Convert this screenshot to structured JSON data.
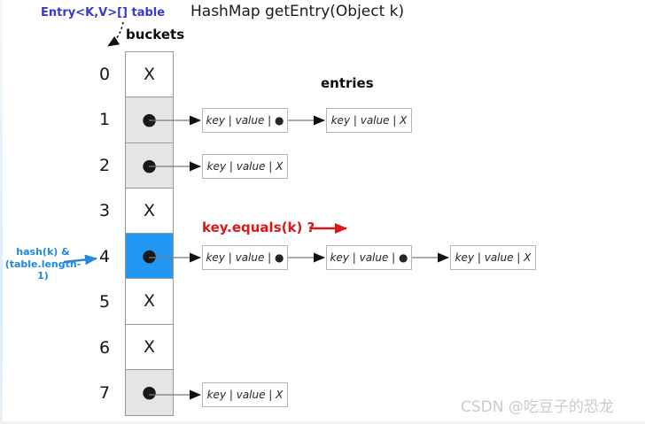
{
  "title": "HashMap getEntry(Object k)",
  "annotations": {
    "table_label": "Entry<K,V>[] table",
    "buckets_label": "buckets",
    "entries_label": "entries",
    "equals_check": "key.equals(k) ?",
    "hash_line1": "hash(k) &",
    "hash_line2": "(table.length-1)",
    "watermark": "CSDN @吃豆子的恐龙"
  },
  "colors": {
    "highlight_blue": "#2196f3",
    "cell_gray": "#e5e5e5",
    "table_label_blue": "#3838cf",
    "hash_annotation_blue": "#2288dd",
    "equals_red": "#dd1515",
    "watermark_gray": "#cbcbcb"
  },
  "buckets": {
    "highlighted_index": "4",
    "cells": [
      {
        "index": "0",
        "content": "X"
      },
      {
        "index": "1",
        "content": "●"
      },
      {
        "index": "2",
        "content": "●"
      },
      {
        "index": "3",
        "content": "X"
      },
      {
        "index": "4",
        "content": "●"
      },
      {
        "index": "5",
        "content": "X"
      },
      {
        "index": "6",
        "content": "X"
      },
      {
        "index": "7",
        "content": "●"
      }
    ]
  },
  "entries": {
    "row1": [
      "key | value | ●",
      "key | value | X"
    ],
    "row2": [
      "key | value | X"
    ],
    "row4": [
      "key | value | ●",
      "key | value | ●",
      "key | value | X"
    ],
    "row7": [
      "key | value | X"
    ]
  }
}
